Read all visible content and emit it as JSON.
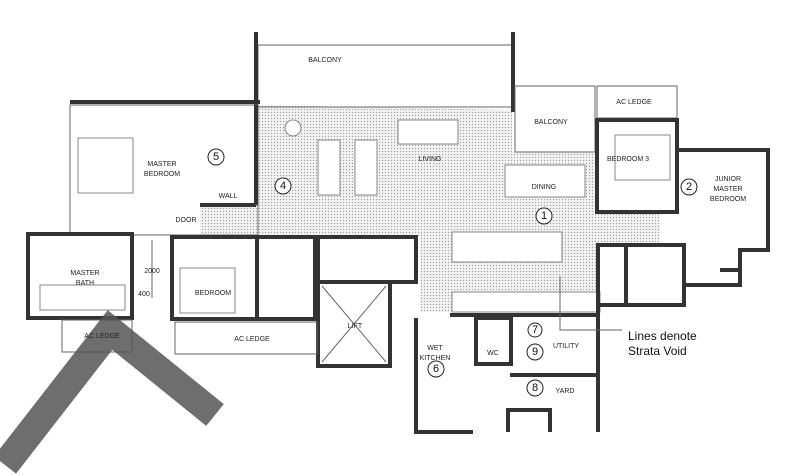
{
  "plan": {
    "rooms": {
      "balcony_main": "BALCONY",
      "ac_ledge_top": "AC LEDGE",
      "balcony_side": "BALCONY",
      "bedroom3": "BEDROOM 3",
      "master_bedroom_1": "MASTER",
      "master_bedroom_2": "BEDROOM",
      "living": "LIVING",
      "dining": "DINING",
      "junior_1": "JUNIOR",
      "junior_2": "MASTER",
      "junior_3": "BEDROOM",
      "wall": "WALL",
      "door": "DOOR",
      "master_bath_1": "MASTER",
      "master_bath_2": "BATH",
      "bedroom": "BEDROOM",
      "lift": "LIFT",
      "ac_ledge_left": "AC LEDGE",
      "ac_ledge_mid": "AC LEDGE",
      "wet_kitchen_1": "WET",
      "wet_kitchen_2": "KITCHEN",
      "wc": "WC",
      "utility": "UTILITY",
      "yard": "YARD"
    },
    "dimensions": {
      "height": "2000",
      "width": "400"
    },
    "markers": [
      "1",
      "2",
      "4",
      "5",
      "6",
      "7",
      "8",
      "9"
    ],
    "note": {
      "line1": "Lines denote",
      "line2": "Strata Void"
    },
    "colors": {
      "wall": "#333333",
      "hatch": "#cfcfcf",
      "watermark": "#555555"
    }
  }
}
